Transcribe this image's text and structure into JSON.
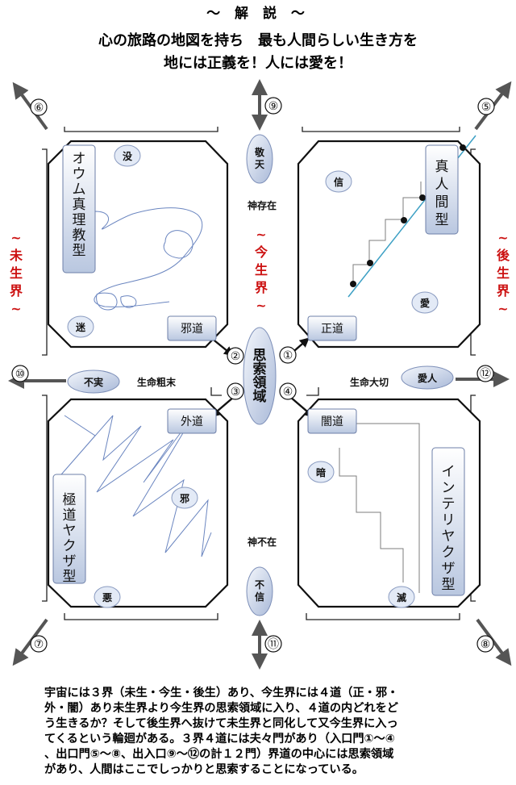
{
  "header": {
    "title": "～ 解 説 ～",
    "line1": "心の旅路の地図を持ち　最も人間らしい生き方を",
    "line2": "地には正義を！人には愛を！"
  },
  "quadrants": {
    "top_left": {
      "type_label": "オウム真理教型",
      "top_badge": "没",
      "bottom_badge": "迷",
      "path_button": "邪道"
    },
    "top_right": {
      "type_label": "真人間型",
      "top_badge": "信",
      "bottom_badge": "愛",
      "path_button": "正道"
    },
    "bottom_left": {
      "type_label": "極道ヤクザ型",
      "mid_badge": "邪",
      "bottom_badge": "悪",
      "path_button": "外道"
    },
    "bottom_right": {
      "type_label": "インテリヤクザ型",
      "top_badge": "暗",
      "bottom_badge": "滅",
      "path_button": "闇道"
    }
  },
  "center": {
    "top_oval": "敬天",
    "top_caption": "神存在",
    "world_label": "今生界",
    "core_oval": "思索領域",
    "bottom_caption": "神不在",
    "bottom_oval": "不信"
  },
  "sides": {
    "left_world": "未生界",
    "right_world": "後生界",
    "left_oval": "不実",
    "left_caption": "生命粗末",
    "right_oval": "愛人",
    "right_caption": "生命大切"
  },
  "gates": [
    "①",
    "②",
    "③",
    "④",
    "⑤",
    "⑥",
    "⑦",
    "⑧",
    "⑨",
    "⑩",
    "⑪",
    "⑫"
  ],
  "footer": {
    "lines": [
      "宇宙には３界（未生・今生・後生）あり、今生界には４道（正・邪・",
      "外・闇）あり未生界より今生界の思索領域に入り、４道の内どれをど",
      "う生きるか？そして後生界へ抜けて未生界と同化して又今生界に入っ",
      "てくるという輪廻がある。３界４道には夫々門があり（入口門①～④",
      "、出口門⑤～⑧、出入口⑨～⑫の計１２門）界道の中心には思索領域",
      "があり、人間はここでしっかりと思索することになっている。"
    ]
  },
  "colors": {
    "world_text": "#cc1111",
    "badge_fill": "#dbe4f2",
    "line_blue": "#5b7fbf",
    "arrow_gray": "#555555"
  }
}
